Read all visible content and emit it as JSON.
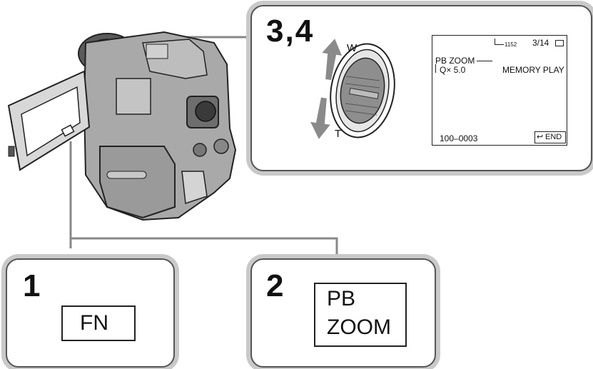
{
  "step_34": {
    "number": "3,4",
    "lever_wide_label": "W",
    "lever_tele_label": "T",
    "lcd": {
      "frame_indicator": "1152",
      "image_counter": "3/14",
      "mode_title": "PB ZOOM",
      "zoom_value": "Q× 5.0",
      "play_mode": "MEMORY PLAY",
      "file_number": "100–0003",
      "end_button_label": "END"
    }
  },
  "step_1": {
    "number": "1",
    "button_label": "FN"
  },
  "step_2": {
    "number": "2",
    "button_label_line1": "PB",
    "button_label_line2": "ZOOM"
  },
  "colors": {
    "camera_body": "#a9a9a9",
    "panel_shadow": "#c9c9c9",
    "lever_arrow": "#8a8a8a"
  }
}
